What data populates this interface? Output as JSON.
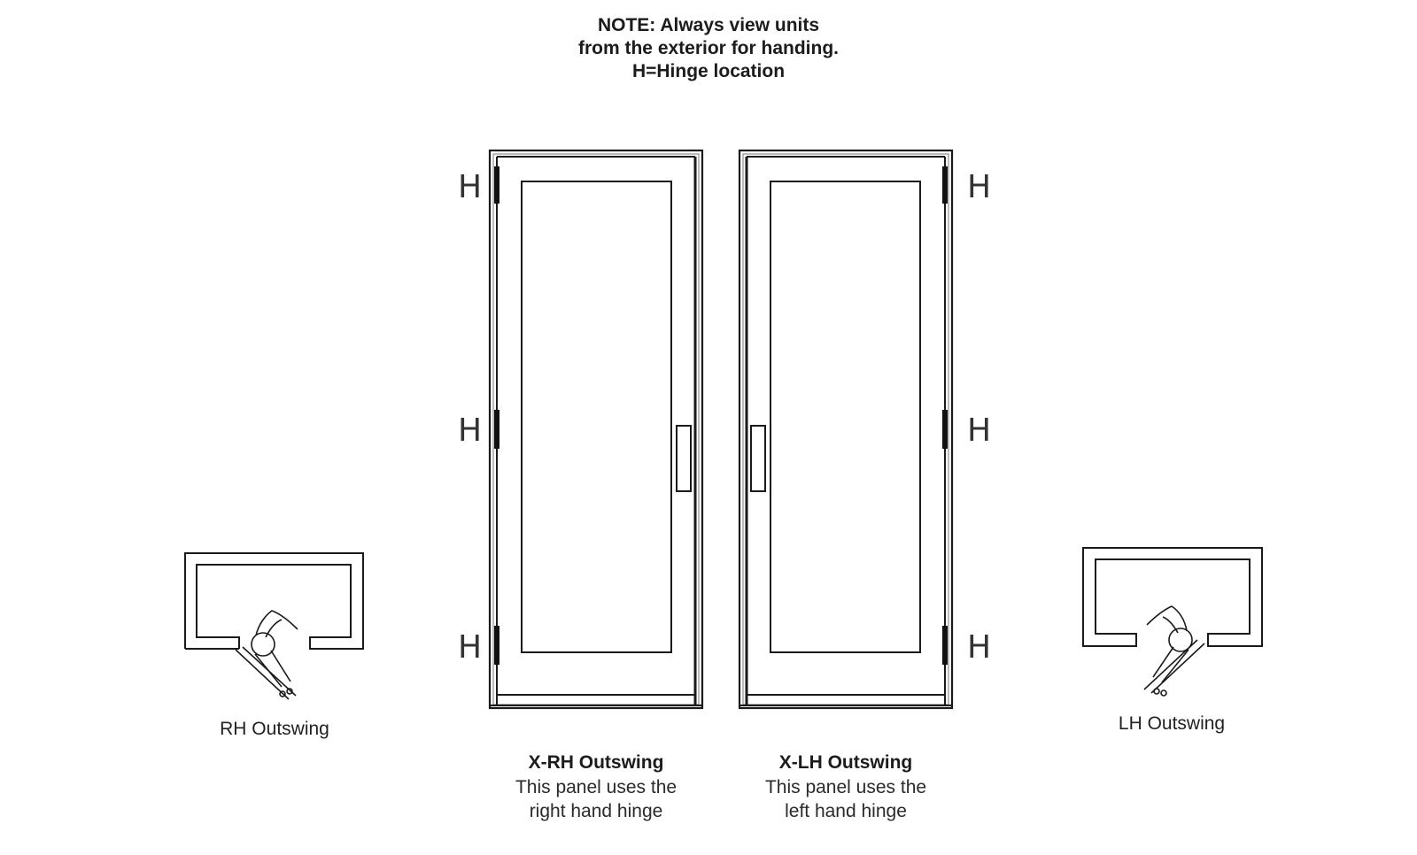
{
  "note": {
    "line1": "NOTE:  Always view units",
    "line2": "from the exterior for handing.",
    "line3": "H=Hinge location"
  },
  "hinge_marker": "H",
  "plans": [
    {
      "label": "RH Outswing"
    },
    {
      "label": "LH Outswing"
    }
  ],
  "doors": [
    {
      "title": "X-RH Outswing",
      "desc_line1": "This panel uses the",
      "desc_line2": "right hand hinge",
      "hinge_side": "left"
    },
    {
      "title": "X-LH Outswing",
      "desc_line1": "This panel uses the",
      "desc_line2": "left hand hinge",
      "hinge_side": "right"
    }
  ],
  "colors": {
    "line": "#1a1a1a",
    "hinge": "#111111",
    "background": "#ffffff"
  }
}
